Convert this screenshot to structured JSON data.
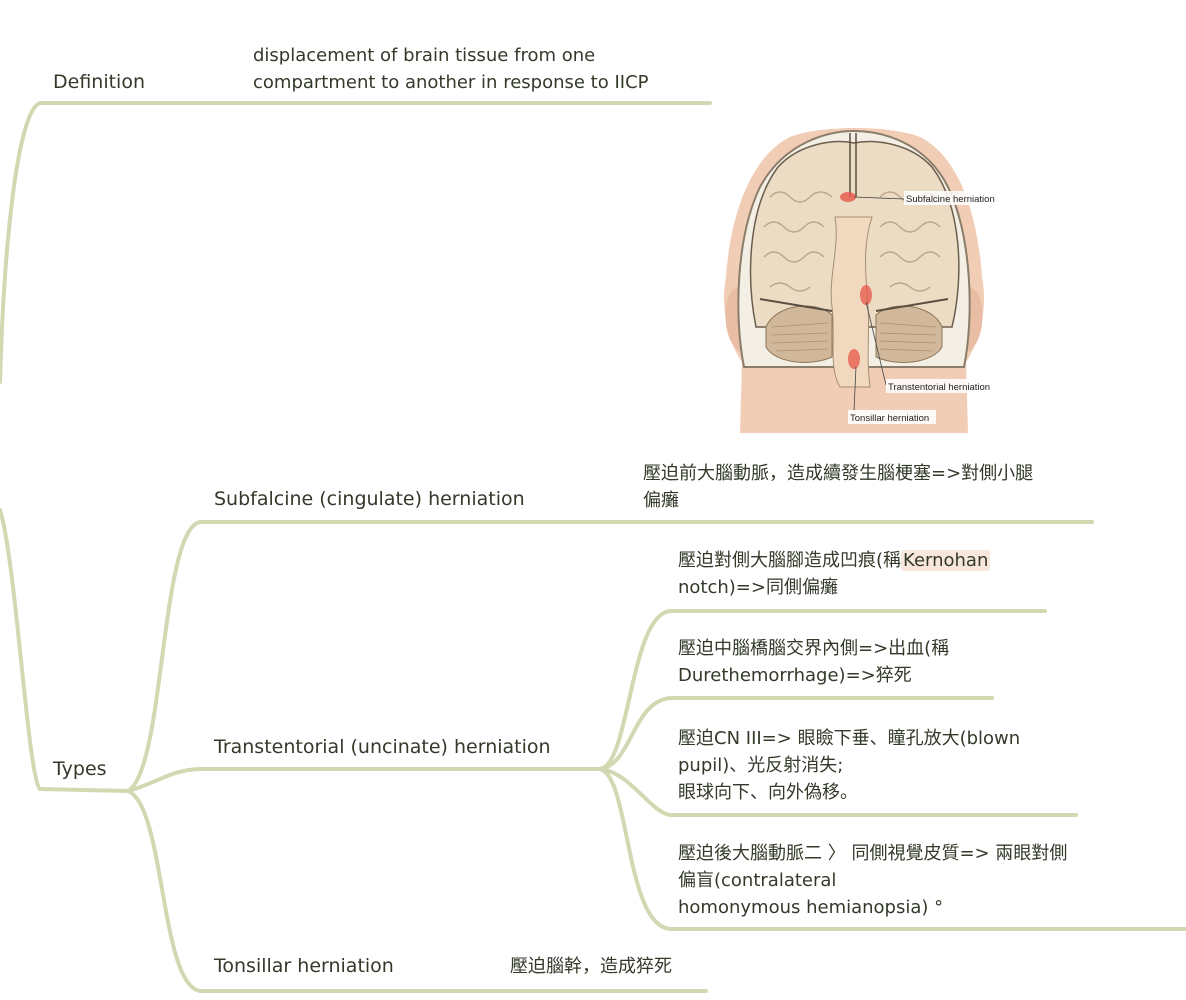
{
  "nodes": {
    "definition": {
      "label": "Definition",
      "text_line1": "displacement of brain tissue from one",
      "text_line2": "compartment to another in response to IICP"
    },
    "figure_labels": {
      "subfalcine": "Subfalcine herniation",
      "transtentorial": "Transtentorial herniation",
      "tonsillar": "Tonsillar herniation"
    },
    "types": {
      "label": "Types",
      "subfalcine": {
        "label": "Subfalcine (cingulate) herniation",
        "note_line1": "壓迫前大腦動脈，造成續發生腦梗塞=>對側小腿",
        "note_line2": "偏癱"
      },
      "transtentorial": {
        "label": "Transtentorial (uncinate) herniation",
        "notes": [
          {
            "line1": "壓迫對側大腦腳造成凹痕(稱",
            "highlight": "Kernohan",
            "line2": "notch)=>同側偏癱"
          },
          {
            "line1": "壓迫中腦橋腦交界內側=>出血(稱",
            "line2": "Durethemorrhage)=>猝死"
          },
          {
            "line1": "壓迫CN III=> 眼瞼下垂、瞳孔放大(blown",
            "line2": "pupil)、光反射消失;",
            "line3": "眼球向下、向外偽移。"
          },
          {
            "line1": "壓迫後大腦動脈二 〉 同側視覺皮質=> 兩眼對側",
            "line2": "偏盲(contralateral",
            "line3": "homonymous hemianopsia) °"
          }
        ]
      },
      "tonsillar": {
        "label": "Tonsillar herniation",
        "note": "壓迫腦幹，造成猝死"
      }
    }
  },
  "colors": {
    "branch": "#d3d8b2",
    "text": "#333a2a",
    "highlight": "#f8e7dc"
  }
}
